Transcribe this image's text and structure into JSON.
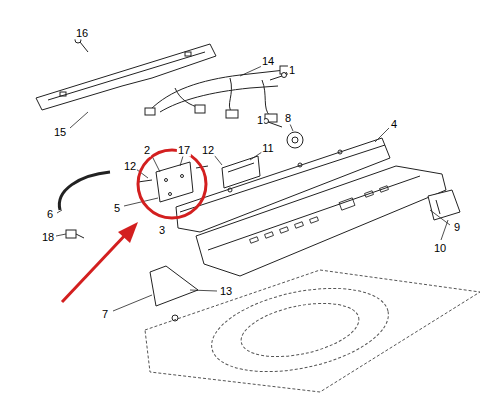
{
  "diagram": {
    "labels": [
      "16",
      "14",
      "1",
      "15",
      "1",
      "8",
      "4",
      "2",
      "17",
      "12",
      "12",
      "11",
      "6",
      "5",
      "3",
      "18",
      "9",
      "10",
      "7",
      "13"
    ]
  }
}
